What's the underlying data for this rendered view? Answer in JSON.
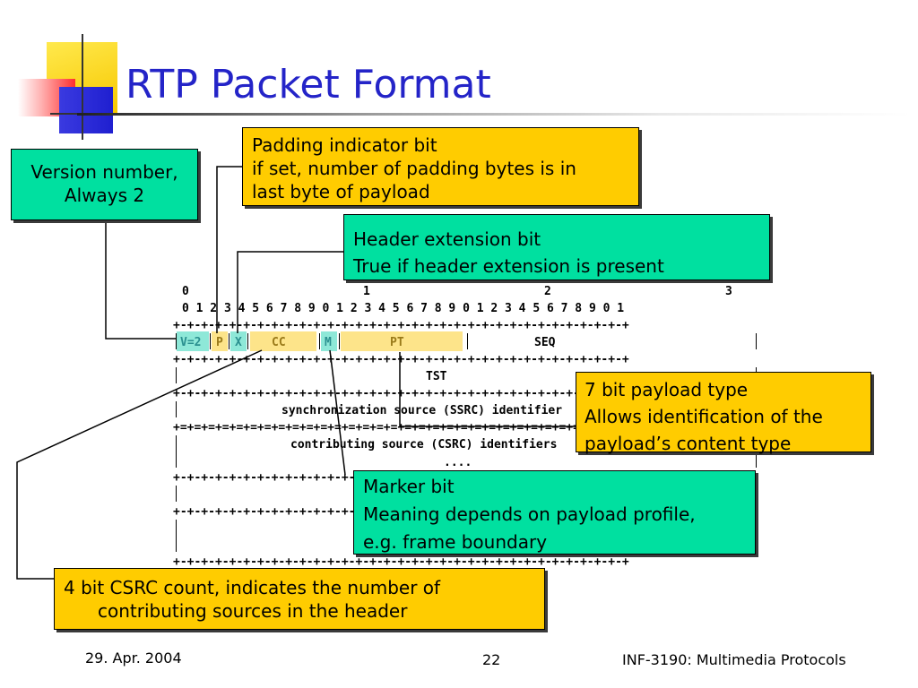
{
  "slide": {
    "title": "RTP Packet Format",
    "footer": {
      "date": "29. Apr. 2004",
      "page": "22",
      "course": "INF-3190: Multimedia Protocols"
    }
  },
  "callouts": {
    "version": {
      "lines": [
        "Version number,",
        "Always 2"
      ]
    },
    "padding": {
      "lines": [
        "Padding indicator bit",
        "if set, number of padding bytes is in",
        "last byte of payload"
      ]
    },
    "extension": {
      "lines": [
        "Header extension bit",
        "True if header extension is present"
      ]
    },
    "payload_type": {
      "lines": [
        "7 bit payload type",
        "Allows identification of the",
        "payload’s content type"
      ]
    },
    "marker": {
      "lines": [
        "Marker bit",
        "Meaning depends on payload profile,",
        "e.g. frame boundary"
      ]
    },
    "csrc_count": {
      "lines": [
        "4 bit CSRC count, indicates the number of",
        "contributing sources in the header"
      ]
    }
  },
  "header_diagram": {
    "bit_tens": [
      "0",
      "1",
      "2",
      "3"
    ],
    "bit_units": "0 1 2 3 4 5 6 7 8 9 0 1 2 3 4 5 6 7 8 9 0 1 2 3 4 5 6 7 8 9 0 1",
    "fields": {
      "version": "V=2",
      "padding": "P",
      "extension": "X",
      "csrc_count": "CC",
      "marker": "M",
      "payload_type": "PT",
      "sequence": "SEQ",
      "timestamp": "TST",
      "ssrc": "synchronization source (SSRC) identifier",
      "csrc": "contributing source (CSRC) identifiers",
      "ellipsis": "...."
    }
  },
  "colors": {
    "title": "#2424c8",
    "callout_green": "#00e0a0",
    "callout_yellow": "#ffcc00",
    "field_teal": "#8ee8d8",
    "field_yellow": "#fde48a"
  }
}
